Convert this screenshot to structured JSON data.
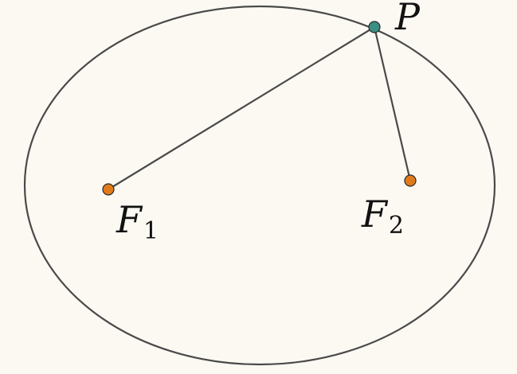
{
  "diagram": {
    "labels": {
      "point": "P",
      "focus1_letter": "F",
      "focus1_sub": "1",
      "focus2_letter": "F",
      "focus2_sub": "2"
    },
    "colors": {
      "background": "#fcf9f3",
      "ellipse_stroke": "#4a4a4a",
      "segment_stroke": "#4a4a4a",
      "focus_fill": "#e07b1a",
      "point_fill": "#3a8f85",
      "marker_stroke": "#2b2b2b"
    }
  }
}
